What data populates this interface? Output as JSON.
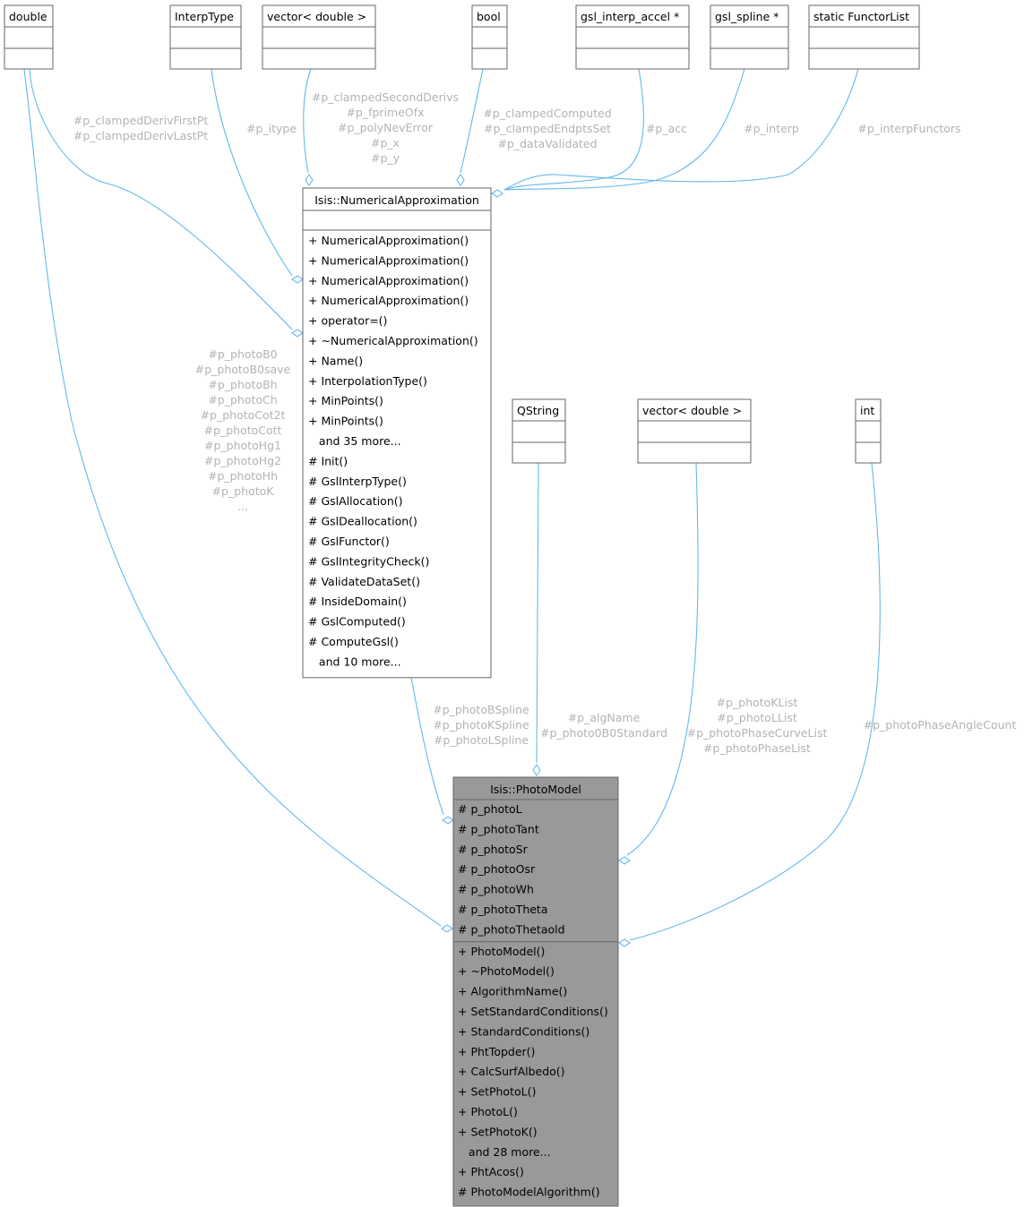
{
  "classes": {
    "double": {
      "title": "double"
    },
    "interptype": {
      "title": "InterpType"
    },
    "vector_double_top": {
      "title": "vector< double >"
    },
    "bool": {
      "title": "bool"
    },
    "gsl_interp_accel": {
      "title": "gsl_interp_accel *"
    },
    "gsl_spline": {
      "title": "gsl_spline *"
    },
    "functorlist": {
      "title": "static FunctorList"
    },
    "qstring": {
      "title": "QString"
    },
    "vector_double_mid": {
      "title": "vector< double >"
    },
    "int": {
      "title": "int"
    },
    "numerical_approximation": {
      "title": "Isis::NumericalApproximation",
      "methods": [
        "+ NumericalApproximation()",
        "+ NumericalApproximation()",
        "+ NumericalApproximation()",
        "+ NumericalApproximation()",
        "+ operator=()",
        "+ ~NumericalApproximation()",
        "+ Name()",
        "+ InterpolationType()",
        "+ MinPoints()",
        "+ MinPoints()",
        "   and 35 more...",
        "# Init()",
        "# GslInterpType()",
        "# GslAllocation()",
        "# GslDeallocation()",
        "# GslFunctor()",
        "# GslIntegrityCheck()",
        "# ValidateDataSet()",
        "# InsideDomain()",
        "# GslComputed()",
        "# ComputeGsl()",
        "   and 10 more..."
      ]
    },
    "photo_model": {
      "title": "Isis::PhotoModel",
      "attributes": [
        "# p_photoL",
        "# p_photoTant",
        "# p_photoSr",
        "# p_photoOsr",
        "# p_photoWh",
        "# p_photoTheta",
        "# p_photoThetaold"
      ],
      "methods": [
        "+ PhotoModel()",
        "+ ~PhotoModel()",
        "+ AlgorithmName()",
        "+ SetStandardConditions()",
        "+ StandardConditions()",
        "+ PhtTopder()",
        "+ CalcSurfAlbedo()",
        "+ SetPhotoL()",
        "+ PhotoL()",
        "+ SetPhotoK()",
        "   and 28 more...",
        "+ PhtAcos()",
        "# PhotoModelAlgorithm()"
      ]
    }
  },
  "edge_labels": {
    "double_na": [
      "#p_clampedDerivFirstPt",
      "#p_clampedDerivLastPt"
    ],
    "interptype_na": [
      "#p_itype"
    ],
    "vector_na": [
      "#p_clampedSecondDerivs",
      "#p_fprimeOfx",
      "#p_polyNevError",
      "#p_x",
      "#p_y"
    ],
    "bool_na": [
      "#p_clampedComputed",
      "#p_clampedEndptsSet",
      "#p_dataValidated"
    ],
    "accel_na": [
      "#p_acc"
    ],
    "spline_na": [
      "#p_interp"
    ],
    "functor_na": [
      "#p_interpFunctors"
    ],
    "double_pm": [
      "#p_photoB0",
      "#p_photoB0save",
      "#p_photoBh",
      "#p_photoCh",
      "#p_photoCot2t",
      "#p_photoCott",
      "#p_photoHg1",
      "#p_photoHg2",
      "#p_photoHh",
      "#p_photoK",
      "..."
    ],
    "na_pm": [
      "#p_photoBSpline",
      "#p_photoKSpline",
      "#p_photoLSpline"
    ],
    "qstring_pm": [
      "#p_algName",
      "#p_photo0B0Standard"
    ],
    "vector_pm": [
      "#p_photoKList",
      "#p_photoLList",
      "#p_photoPhaseCurveList",
      "#p_photoPhaseList"
    ],
    "int_pm": [
      "#p_photoPhaseAngleCount"
    ]
  }
}
